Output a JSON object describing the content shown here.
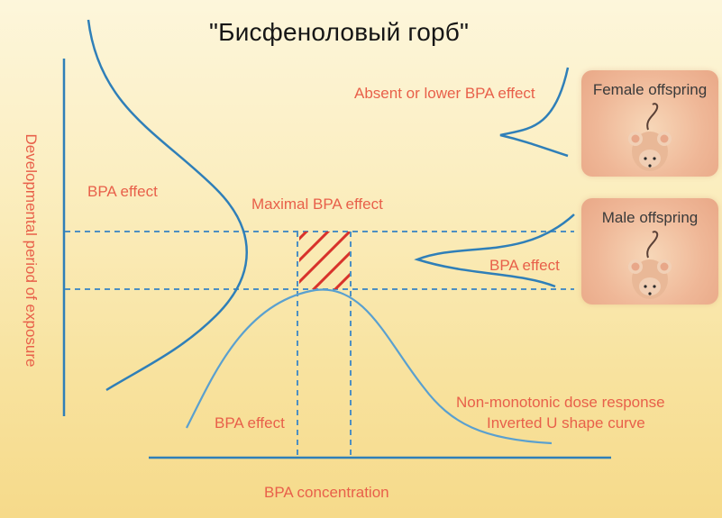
{
  "title": "\"Бисфеноловый горб\"",
  "y_axis_label": "Developmental period of exposure",
  "x_axis_label": "BPA concentration",
  "labels": {
    "bpa_effect_left": "BPA effect",
    "maximal_bpa_effect": "Maximal BPA effect",
    "bpa_effect_bottom": "BPA effect",
    "absent_or_lower": "Absent or lower BPA effect",
    "bpa_effect_male": "BPA effect",
    "curve_description_line1": "Non-monotonic dose response",
    "curve_description_line2": "Inverted U shape curve"
  },
  "cards": {
    "female": {
      "title": "Female offspring",
      "icon": "mouse-icon"
    },
    "male": {
      "title": "Male offspring",
      "icon": "mouse-icon"
    }
  },
  "colors": {
    "curve": "#2f7fb8",
    "dashed_lines": "#4d8fc2",
    "label_text": "#e8604a",
    "hatch": "#d8322b",
    "card_fill": "#efb797"
  }
}
